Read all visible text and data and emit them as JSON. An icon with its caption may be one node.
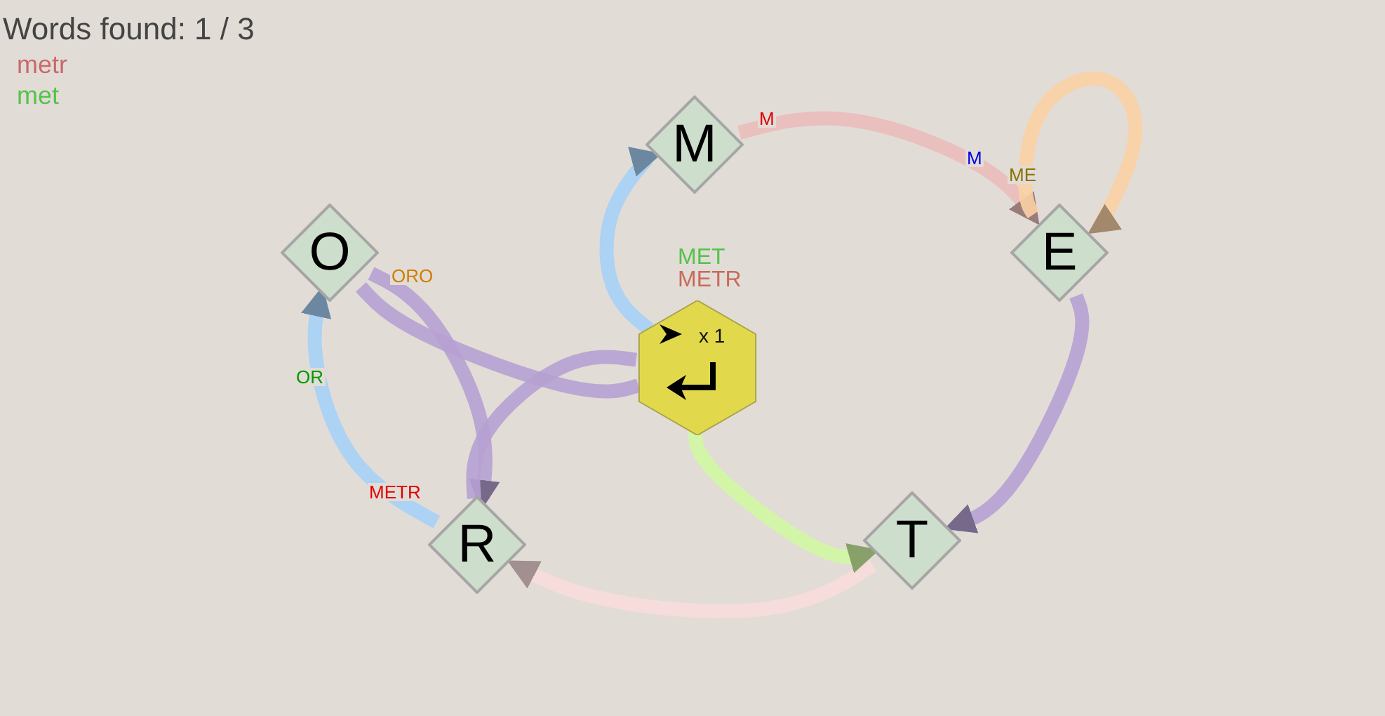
{
  "diagram": {
    "title": "Words found: 1 / 3",
    "nodes": [
      {
        "text": [
          "M"
        ]
      },
      {
        "text": [
          "O"
        ]
      },
      {
        "text": [
          "E"
        ]
      },
      {
        "text": [
          "x 1"
        ],
        "beside": [
          "MET",
          "METR"
        ]
      },
      {
        "text": [
          "R"
        ]
      },
      {
        "text": [
          "T"
        ]
      }
    ],
    "edges": [
      {
        "from": 3,
        "to": 0,
        "arrow": "to",
        "color": "#a6d0f7"
      },
      {
        "from": 0,
        "to": 2,
        "arrow": "to",
        "color": "#ebbcbc",
        "label": "M"
      },
      {
        "from": 2,
        "to": 2,
        "arrow": "to",
        "color": "#fbd0a4",
        "label": "ME"
      },
      {
        "from": 2,
        "to": 5,
        "arrow": "to",
        "color": "#b7a1d3"
      },
      {
        "from": 5,
        "to": 4,
        "arrow": "to",
        "color": "#f8dcdc"
      },
      {
        "from": 3,
        "to": 5,
        "arrow": "to",
        "color": "#d1f7a3"
      },
      {
        "from": 1,
        "to": 4,
        "arrow": "to",
        "color": "#b7a1d3",
        "label": "ORO"
      },
      {
        "from": 1,
        "to": 3,
        "arrow": "none",
        "color": "#b7a1d3"
      },
      {
        "from": 4,
        "to": 3,
        "arrow": "none",
        "color": "#b7a1d3"
      },
      {
        "from": 4,
        "to": 1,
        "arrow": "to",
        "color": "#a6d0f7",
        "label": "OR"
      }
    ],
    "labels": [
      "metr",
      "met",
      "M",
      "METR"
    ]
  }
}
